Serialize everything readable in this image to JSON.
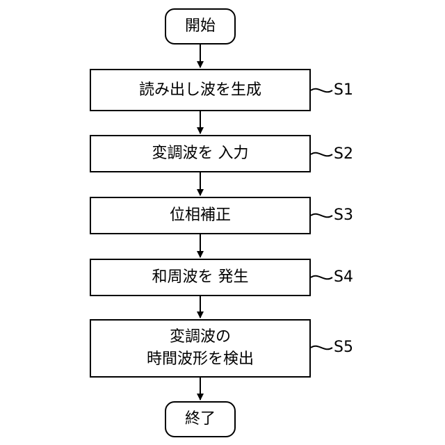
{
  "flowchart": {
    "start": "開始",
    "end": "終了",
    "steps": [
      {
        "id": "S1",
        "lines": [
          "読み出し波を生成"
        ]
      },
      {
        "id": "S2",
        "lines": [
          "変調波を 入力"
        ]
      },
      {
        "id": "S3",
        "lines": [
          "位相補正"
        ]
      },
      {
        "id": "S4",
        "lines": [
          "和周波を 発生"
        ]
      },
      {
        "id": "S5",
        "lines": [
          "変調波の",
          "時間波形を検出"
        ]
      }
    ]
  }
}
